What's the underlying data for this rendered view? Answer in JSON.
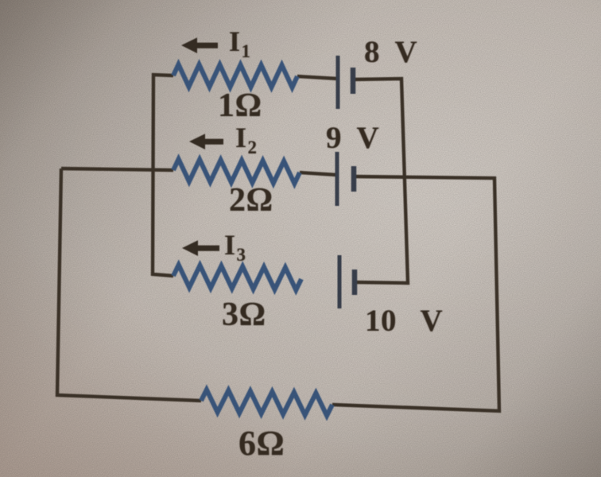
{
  "figure": {
    "kind": "circuit-diagram-photo",
    "colors": {
      "paper": "#c8bfb7",
      "wire": "#40362b",
      "resistor_blue": "#3e5c85",
      "battery_plate": "#3d4452",
      "ink": "#3a2f24"
    },
    "branches": [
      {
        "current_symbol": "I",
        "current_subscript": "1",
        "current_direction": "left",
        "resistor_label": "1Ω",
        "battery_label": "8 V"
      },
      {
        "current_symbol": "I",
        "current_subscript": "2",
        "current_direction": "left",
        "resistor_label": "2Ω",
        "battery_label": "9 V"
      },
      {
        "current_symbol": "I",
        "current_subscript": "3",
        "current_direction": "left",
        "resistor_label": "3Ω",
        "battery_label": "10 V"
      }
    ],
    "bottom_resistor_label": "6Ω"
  }
}
